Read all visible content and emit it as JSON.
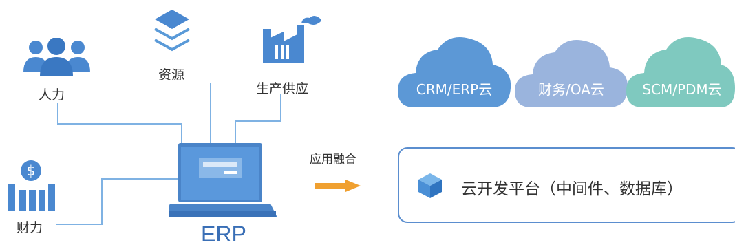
{
  "labels": {
    "hr": "人力",
    "resources": "资源",
    "production": "生产供应",
    "finance": "财力",
    "erp": "ERP",
    "fusion": "应用融合"
  },
  "clouds": [
    {
      "label": "CRM/ERP云",
      "color": "#5c98d6"
    },
    {
      "label": "财务/OA云",
      "color": "#9ab4dd"
    },
    {
      "label": "SCM/PDM云",
      "color": "#7fc9bf"
    }
  ],
  "platform": {
    "label": "云开发平台（中间件、数据库）"
  },
  "colors": {
    "primary_blue": "#5a8fd0",
    "line_blue": "#7fb2e3",
    "arrow_orange": "#f0a030",
    "cube_blue": "#4a8fd6"
  },
  "icons": {
    "hr": "people-group-icon",
    "resources": "layers-icon",
    "production": "factory-icon",
    "finance": "money-bar-chart-icon",
    "erp": "laptop-icon",
    "platform": "cube-icon"
  }
}
